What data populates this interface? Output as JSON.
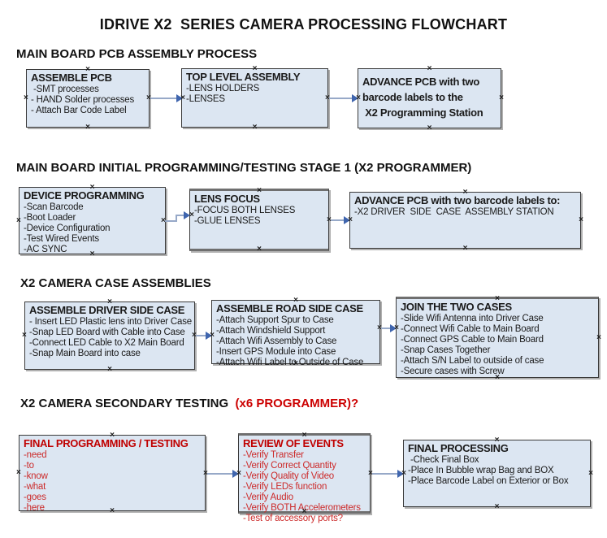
{
  "page": {
    "title": "IDRIVE X2  SERIES CAMERA PROCESSING FLOWCHART"
  },
  "colors": {
    "box_fill": "#dce6f2",
    "box_border": "#3a3a3a",
    "box_shadow": "#b0b0b0",
    "arrow_line": "#97a9c8",
    "arrow_head": "#3f65ae",
    "red_title": "#c00000",
    "red_item": "#cc2a2a",
    "text": "#1a1a1a"
  },
  "icons": {
    "connection_handle": "×"
  },
  "sections": [
    {
      "heading": "MAIN BOARD PCB ASSEMBLY PROCESS",
      "boxes": [
        {
          "title": "ASSEMBLE PCB",
          "items": [
            " -SMT processes",
            "- HAND Solder processes",
            "- Attach Bar Code Label"
          ]
        },
        {
          "title": "TOP LEVEL ASSEMBLY",
          "items": [
            "-LENS HOLDERS",
            "-LENSES"
          ]
        },
        {
          "lines": [
            "ADVANCE PCB with two",
            "barcode labels to the",
            " X2 Programming Station"
          ]
        }
      ]
    },
    {
      "heading": "MAIN BOARD INITIAL PROGRAMMING/TESTING STAGE 1 (X2 PROGRAMMER)",
      "boxes": [
        {
          "title": "DEVICE PROGRAMMING",
          "items": [
            "-Scan Barcode",
            "-Boot Loader",
            "-Device Configuration",
            "-Test Wired Events",
            "-AC SYNC"
          ]
        },
        {
          "title": "LENS FOCUS",
          "items": [
            "-FOCUS BOTH LENSES",
            "-GLUE LENSES"
          ]
        },
        {
          "title": "ADVANCE PCB with two barcode labels to:",
          "items": [
            "-X2 DRIVER  SIDE  CASE  ASSEMBLY STATION"
          ]
        }
      ]
    },
    {
      "heading": "X2 CAMERA CASE ASSEMBLIES",
      "boxes": [
        {
          "title": "ASSEMBLE DRIVER SIDE CASE",
          "items": [
            "- Insert LED Plastic lens into Driver Case",
            "-Snap LED Board with Cable into Case",
            "-Connect LED Cable to X2 Main Board",
            "-Snap Main Board into case"
          ]
        },
        {
          "title": "ASSEMBLE ROAD SIDE CASE",
          "items": [
            "-Attach Support Spur to Case",
            "-Attach Windshield Support",
            "-Attach Wifi Assembly to Case",
            "-Insert GPS Module into Case",
            "-Attach Wifi Label to Outside of Case"
          ]
        },
        {
          "title": "JOIN THE TWO CASES",
          "items": [
            "-Slide Wifi Antenna into Driver Case",
            "-Connect Wifi Cable to Main Board",
            "-Connect GPS Cable to Main Board",
            "-Snap Cases Together",
            "-Attach S/N Label to outside of case",
            "-Secure cases with Screw"
          ]
        }
      ]
    },
    {
      "heading_black": "X2 CAMERA SECONDARY TESTING  ",
      "heading_red": "(x6 PROGRAMMER)?",
      "boxes": [
        {
          "title": "FINAL PROGRAMMING / TESTING",
          "items": [
            "-need",
            "-to",
            "-know",
            "-what",
            "-goes",
            "-here"
          ]
        },
        {
          "title": "REVIEW OF EVENTS",
          "items": [
            "-Verify Transfer",
            "-Verify Correct Quantity",
            "-Verify Quality of Video",
            "-Verify LEDs function",
            "-Verify Audio",
            "-Verify BOTH Accelerometers",
            "-Test of accessory ports?"
          ]
        },
        {
          "title": "FINAL PROCESSING",
          "items": [
            " -Check Final Box",
            "-Place In Bubble wrap Bag and BOX",
            "-Place Barcode Label on Exterior or Box"
          ]
        }
      ]
    }
  ]
}
